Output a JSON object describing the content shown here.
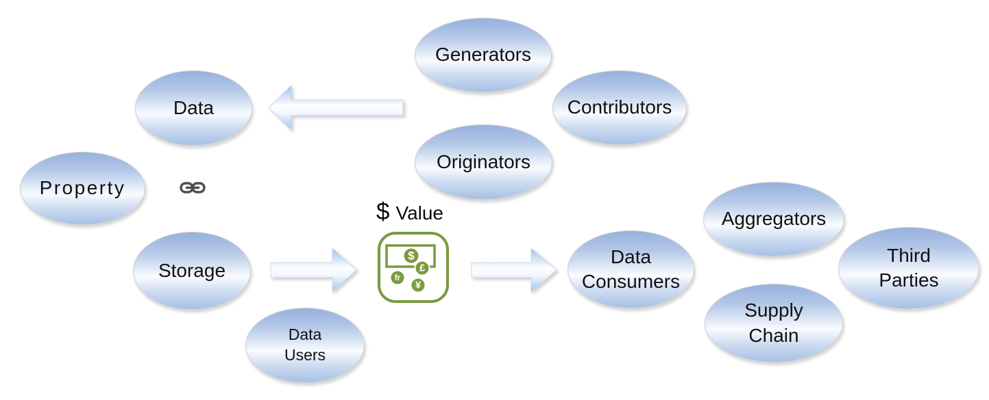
{
  "diagram": {
    "nodes": [
      {
        "id": "generators",
        "lines": [
          "Generators"
        ]
      },
      {
        "id": "contributors",
        "lines": [
          "Contributors"
        ]
      },
      {
        "id": "data",
        "lines": [
          "Data"
        ]
      },
      {
        "id": "originators",
        "lines": [
          "Originators"
        ]
      },
      {
        "id": "property",
        "lines": [
          "Property"
        ]
      },
      {
        "id": "storage",
        "lines": [
          "Storage"
        ]
      },
      {
        "id": "data-users",
        "lines": [
          "Data",
          "Users"
        ]
      },
      {
        "id": "data-consumers",
        "lines": [
          "Data",
          "Consumers"
        ]
      },
      {
        "id": "aggregators",
        "lines": [
          "Aggregators"
        ]
      },
      {
        "id": "supply-chain",
        "lines": [
          "Supply",
          "Chain"
        ]
      },
      {
        "id": "third-parties",
        "lines": [
          "Third",
          "Parties"
        ]
      }
    ],
    "arrows": [
      {
        "id": "arrow-to-data",
        "direction": "left"
      },
      {
        "id": "arrow-storage-to-value",
        "direction": "right"
      },
      {
        "id": "arrow-value-to-consumers",
        "direction": "right"
      }
    ],
    "value_badge": {
      "symbol": "$",
      "label": "Value"
    },
    "money_icon": {
      "currencies": {
        "dollar": "$",
        "pound": "£",
        "franc": "fr",
        "yen": "¥"
      }
    },
    "colors": {
      "ellipse_top": "#97b1de",
      "ellipse_highlight": "#f9fbfe",
      "ellipse_bottom": "#a6c0e5",
      "arrow_blue": "#9cc1ec",
      "icon_green": "#7a9a3f",
      "link_gray": "#4d4d4d",
      "text": "#111111"
    }
  }
}
